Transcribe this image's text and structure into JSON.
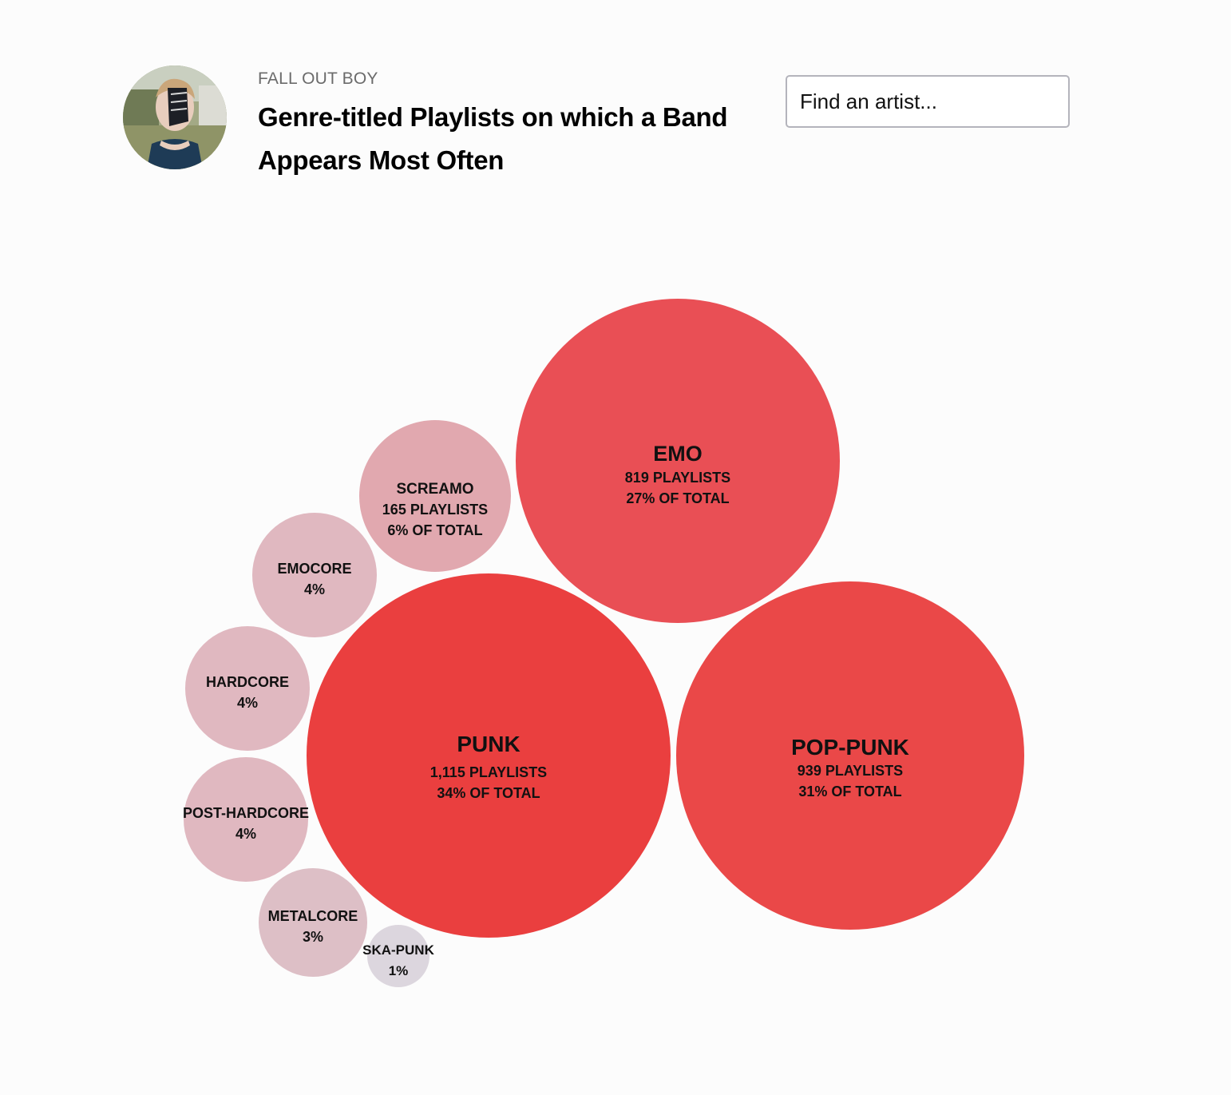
{
  "header": {
    "artist": "FALL OUT BOY",
    "title": "Genre-titled Playlists on which a Band Appears Most Often"
  },
  "search": {
    "placeholder": "Find an artist..."
  },
  "chart_data": {
    "type": "bubble",
    "bubbles": [
      {
        "name": "PUNK",
        "playlists": "1,115 PLAYLISTS",
        "share": "34% OF TOTAL",
        "value": 1115,
        "percent": 34,
        "color": "#ea3f3f"
      },
      {
        "name": "POP-PUNK",
        "playlists": "939 PLAYLISTS",
        "share": "31% OF TOTAL",
        "value": 939,
        "percent": 31,
        "color": "#ea4848"
      },
      {
        "name": "EMO",
        "playlists": "819 PLAYLISTS",
        "share": "27% OF TOTAL",
        "value": 819,
        "percent": 27,
        "color": "#e94f55"
      },
      {
        "name": "SCREAMO",
        "playlists": "165 PLAYLISTS",
        "share": "6% OF TOTAL",
        "value": 165,
        "percent": 6,
        "color": "#e1a8af"
      },
      {
        "name": "EMOCORE",
        "share": "4%",
        "percent": 4,
        "color": "#e0b8c0"
      },
      {
        "name": "HARDCORE",
        "share": "4%",
        "percent": 4,
        "color": "#e0b8c0"
      },
      {
        "name": "POST-HARDCORE",
        "share": "4%",
        "percent": 4,
        "color": "#e0b8c0"
      },
      {
        "name": "METALCORE",
        "share": "3%",
        "percent": 3,
        "color": "#ddbfc6"
      },
      {
        "name": "SKA-PUNK",
        "share": "1%",
        "percent": 1,
        "color": "#dcd6de"
      }
    ]
  }
}
